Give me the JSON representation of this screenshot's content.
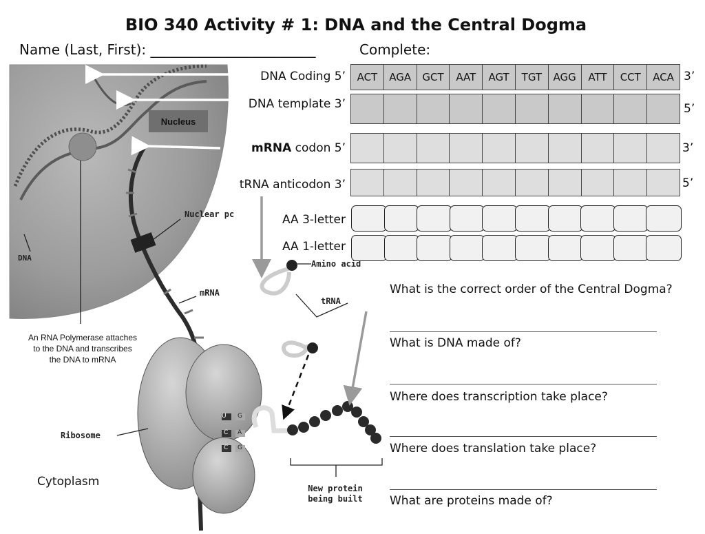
{
  "title": "BIO 340 Activity # 1: DNA and the Central Dogma",
  "name_prompt": "Name (Last, First): ________________________",
  "complete_label": "Complete:",
  "rows": {
    "dna_coding": {
      "label": "DNA Coding  5’",
      "end": "3’",
      "codons": [
        "ACT",
        "AGA",
        "GCT",
        "AAT",
        "AGT",
        "TGT",
        "AGG",
        "ATT",
        "CCT",
        "ACA"
      ]
    },
    "dna_template": {
      "label": "DNA template  3’",
      "end": "5’"
    },
    "mrna": {
      "label_bold": "mRNA",
      "label_rest": " codon 5’",
      "end": "3’"
    },
    "trna": {
      "label": "tRNA anticodon 3’",
      "end": "5’"
    },
    "aa3": {
      "label": "AA 3-letter"
    },
    "aa1": {
      "label": "AA 1-letter"
    }
  },
  "questions": [
    "What is the correct order of the Central Dogma?",
    "What is DNA made of?",
    "Where does transcription take place?",
    "Where does translation take place?",
    "What are proteins made of?"
  ],
  "diagram": {
    "nucleus": "Nucleus",
    "nuclear_pore": "Nuclear pc",
    "dna": "DNA",
    "mrna": "mRNA",
    "trna": "tRNA",
    "amino_acid": "Amino acid",
    "ribosome": "Ribosome",
    "new_protein_line1": "New protein",
    "new_protein_line2": "being built",
    "rna_pol_caption": "An RNA Polymerase attaches to the DNA and transcribes the DNA to mRNA",
    "cytoplasm": "Cytoplasm",
    "codon_letters": [
      "U",
      "G",
      "C",
      "A",
      "C",
      "G"
    ]
  }
}
